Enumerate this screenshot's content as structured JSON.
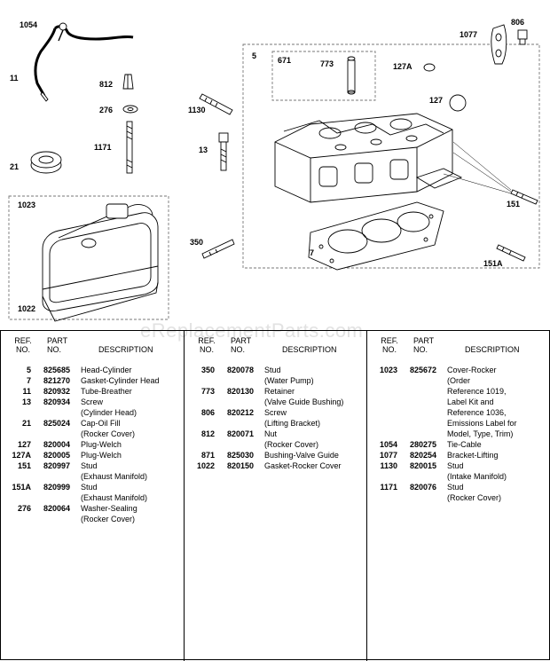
{
  "callouts": {
    "c1054": "1054",
    "c11": "11",
    "c812": "812",
    "c276": "276",
    "c1171": "1171",
    "c21": "21",
    "c1130": "1130",
    "c13": "13",
    "c350": "350",
    "c1023": "1023",
    "c1022": "1022",
    "c5": "5",
    "c671": "671",
    "c773": "773",
    "c127A": "127A",
    "c127": "127",
    "c1077": "1077",
    "c806": "806",
    "c151": "151",
    "c151A": "151A",
    "c7": "7"
  },
  "watermark": "eReplacementParts.com",
  "table": {
    "headers": {
      "ref": "REF. NO.",
      "part": "PART NO.",
      "desc": "DESCRIPTION"
    },
    "columns": [
      [
        {
          "ref": "5",
          "part": "825685",
          "desc": [
            "Head-Cylinder"
          ]
        },
        {
          "ref": "7",
          "part": "821270",
          "desc": [
            "Gasket-Cylinder Head"
          ]
        },
        {
          "ref": "11",
          "part": "820932",
          "desc": [
            "Tube-Breather"
          ]
        },
        {
          "ref": "13",
          "part": "820934",
          "desc": [
            "Screw",
            "(Cylinder Head)"
          ]
        },
        {
          "ref": "21",
          "part": "825024",
          "desc": [
            "Cap-Oil Fill",
            "(Rocker Cover)"
          ]
        },
        {
          "ref": "127",
          "part": "820004",
          "desc": [
            "Plug-Welch"
          ]
        },
        {
          "ref": "127A",
          "part": "820005",
          "desc": [
            "Plug-Welch"
          ]
        },
        {
          "ref": "151",
          "part": "820997",
          "desc": [
            "Stud",
            "(Exhaust Manifold)"
          ]
        },
        {
          "ref": "151A",
          "part": "820999",
          "desc": [
            "Stud",
            "(Exhaust Manifold)"
          ]
        },
        {
          "ref": "276",
          "part": "820064",
          "desc": [
            "Washer-Sealing",
            "(Rocker Cover)"
          ]
        }
      ],
      [
        {
          "ref": "350",
          "part": "820078",
          "desc": [
            "Stud",
            "(Water Pump)"
          ]
        },
        {
          "ref": "773",
          "part": "820130",
          "desc": [
            "Retainer",
            "(Valve Guide Bushing)"
          ]
        },
        {
          "ref": "806",
          "part": "820212",
          "desc": [
            "Screw",
            "(Lifting Bracket)"
          ]
        },
        {
          "ref": "812",
          "part": "820071",
          "desc": [
            "Nut",
            "(Rocker Cover)"
          ]
        },
        {
          "ref": "871",
          "part": "825030",
          "desc": [
            "Bushing-Valve Guide"
          ]
        },
        {
          "ref": "1022",
          "part": "820150",
          "desc": [
            "Gasket-Rocker Cover"
          ]
        }
      ],
      [
        {
          "ref": "1023",
          "part": "825672",
          "desc": [
            "Cover-Rocker",
            "(Order",
            "Reference 1019,",
            "Label Kit and",
            "Reference 1036,",
            "Emissions Label for",
            "Model, Type, Trim)"
          ]
        },
        {
          "ref": "1054",
          "part": "280275",
          "desc": [
            "Tie-Cable"
          ]
        },
        {
          "ref": "1077",
          "part": "820254",
          "desc": [
            "Bracket-Lifting"
          ]
        },
        {
          "ref": "1130",
          "part": "820015",
          "desc": [
            "Stud",
            "(Intake Manifold)"
          ]
        },
        {
          "ref": "1171",
          "part": "820076",
          "desc": [
            "Stud",
            "(Rocker Cover)"
          ]
        }
      ]
    ]
  }
}
